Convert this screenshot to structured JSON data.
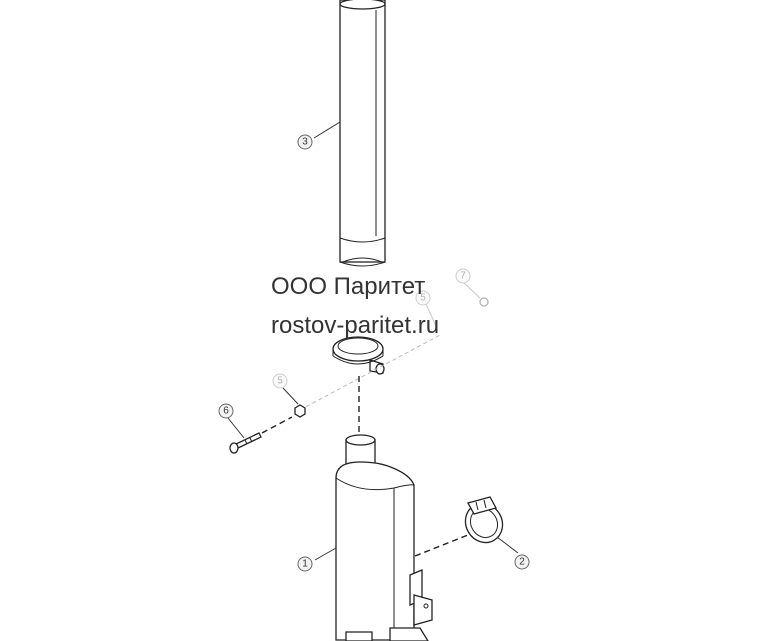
{
  "callouts": {
    "c1": "1",
    "c2": "2",
    "c3": "3",
    "c5a": "5",
    "c5b": "5",
    "c6": "6",
    "c7": "7"
  },
  "watermark": {
    "line1": "ООО Паритет",
    "line2": "rostov-paritet.ru"
  }
}
